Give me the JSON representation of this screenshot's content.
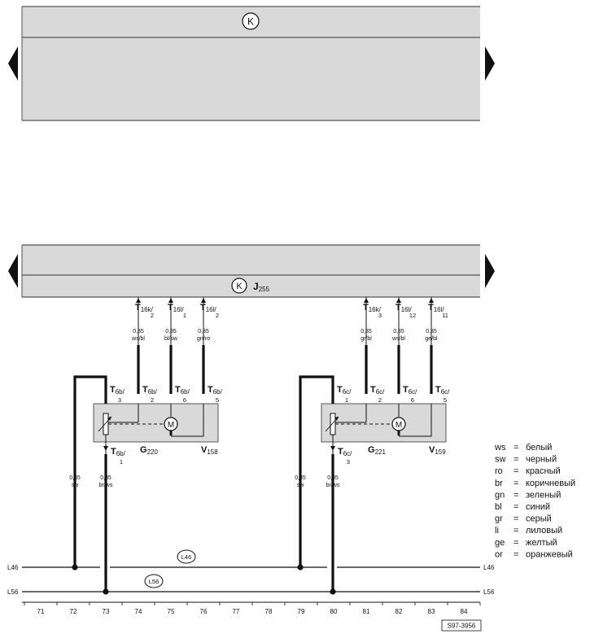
{
  "top_panel": {
    "symbol": "K"
  },
  "main_panel": {
    "symbol": "K",
    "unit_label": "J",
    "unit_sub": "255"
  },
  "connectors_top": [
    {
      "id": "T16k/2",
      "line1": "T",
      "sub": "16k/",
      "line2": "2",
      "wire_size": "0,35",
      "wire_color": "ws/bl"
    },
    {
      "id": "T16l/1",
      "line1": "T",
      "sub": "16l/",
      "line2": "1",
      "wire_size": "0,35",
      "wire_color": "bl/sw"
    },
    {
      "id": "T16l/2",
      "line1": "T",
      "sub": "16l/",
      "line2": "2",
      "wire_size": "0,35",
      "wire_color": "gn/ro"
    },
    {
      "id": "T16k/3",
      "line1": "T",
      "sub": "16k/",
      "line2": "3",
      "wire_size": "0,35",
      "wire_color": "gr/bl"
    },
    {
      "id": "T16l/12",
      "line1": "T",
      "sub": "16l/",
      "line2": "12",
      "wire_size": "0,35",
      "wire_color": "ws/bl"
    },
    {
      "id": "T16l/11",
      "line1": "T",
      "sub": "16l/",
      "line2": "11",
      "wire_size": "0,35",
      "wire_color": "ge/bl"
    }
  ],
  "components": [
    {
      "pins_top": [
        {
          "main": "T",
          "sub": "6b/",
          "num": "3"
        },
        {
          "main": "T",
          "sub": "6b/",
          "num": "2"
        },
        {
          "main": "T",
          "sub": "6b/",
          "num": "6"
        },
        {
          "main": "T",
          "sub": "6b/",
          "num": "5"
        }
      ],
      "pin_bottom": {
        "main": "T",
        "sub": "6b/",
        "num": "1"
      },
      "sensor": {
        "main": "G",
        "sub": "220"
      },
      "motor": {
        "main": "V",
        "sub": "158"
      },
      "motor_symbol": "M",
      "wires_down": [
        {
          "size": "0,35",
          "color": "sw"
        },
        {
          "size": "0,35",
          "color": "br/ws"
        }
      ]
    },
    {
      "pins_top": [
        {
          "main": "T",
          "sub": "6c/",
          "num": "1"
        },
        {
          "main": "T",
          "sub": "6c/",
          "num": "2"
        },
        {
          "main": "T",
          "sub": "6c/",
          "num": "6"
        },
        {
          "main": "T",
          "sub": "6c/",
          "num": "5"
        }
      ],
      "pin_bottom": {
        "main": "T",
        "sub": "6c/",
        "num": "3"
      },
      "sensor": {
        "main": "G",
        "sub": "221"
      },
      "motor": {
        "main": "V",
        "sub": "159"
      },
      "motor_symbol": "M",
      "wires_down": [
        {
          "size": "0,35",
          "color": "sw"
        },
        {
          "size": "0,35",
          "color": "br/ws"
        }
      ]
    }
  ],
  "ground_lines": [
    {
      "label": "L46",
      "tag": "L46"
    },
    {
      "label": "L56",
      "tag": "L56"
    }
  ],
  "legend": [
    {
      "code": "ws",
      "eq": "=",
      "name": "белый"
    },
    {
      "code": "sw",
      "eq": "=",
      "name": "черный"
    },
    {
      "code": "ro",
      "eq": "=",
      "name": "красный"
    },
    {
      "code": "br",
      "eq": "=",
      "name": "коричневый"
    },
    {
      "code": "gn",
      "eq": "=",
      "name": "зеленый"
    },
    {
      "code": "bl",
      "eq": "=",
      "name": "синий"
    },
    {
      "code": "gr",
      "eq": "=",
      "name": "серый"
    },
    {
      "code": "li",
      "eq": "=",
      "name": "лиловый"
    },
    {
      "code": "ge",
      "eq": "=",
      "name": "желтый"
    },
    {
      "code": "or",
      "eq": "=",
      "name": "оранжевый"
    }
  ],
  "ruler": [
    "71",
    "72",
    "73",
    "74",
    "75",
    "76",
    "77",
    "78",
    "79",
    "80",
    "81",
    "82",
    "83",
    "84"
  ],
  "figure_code": "S97-3956",
  "colors": {
    "panel": "#d9d9d9",
    "panel_border": "#555555",
    "wire": "#111111",
    "box": "#d9d9d9"
  }
}
